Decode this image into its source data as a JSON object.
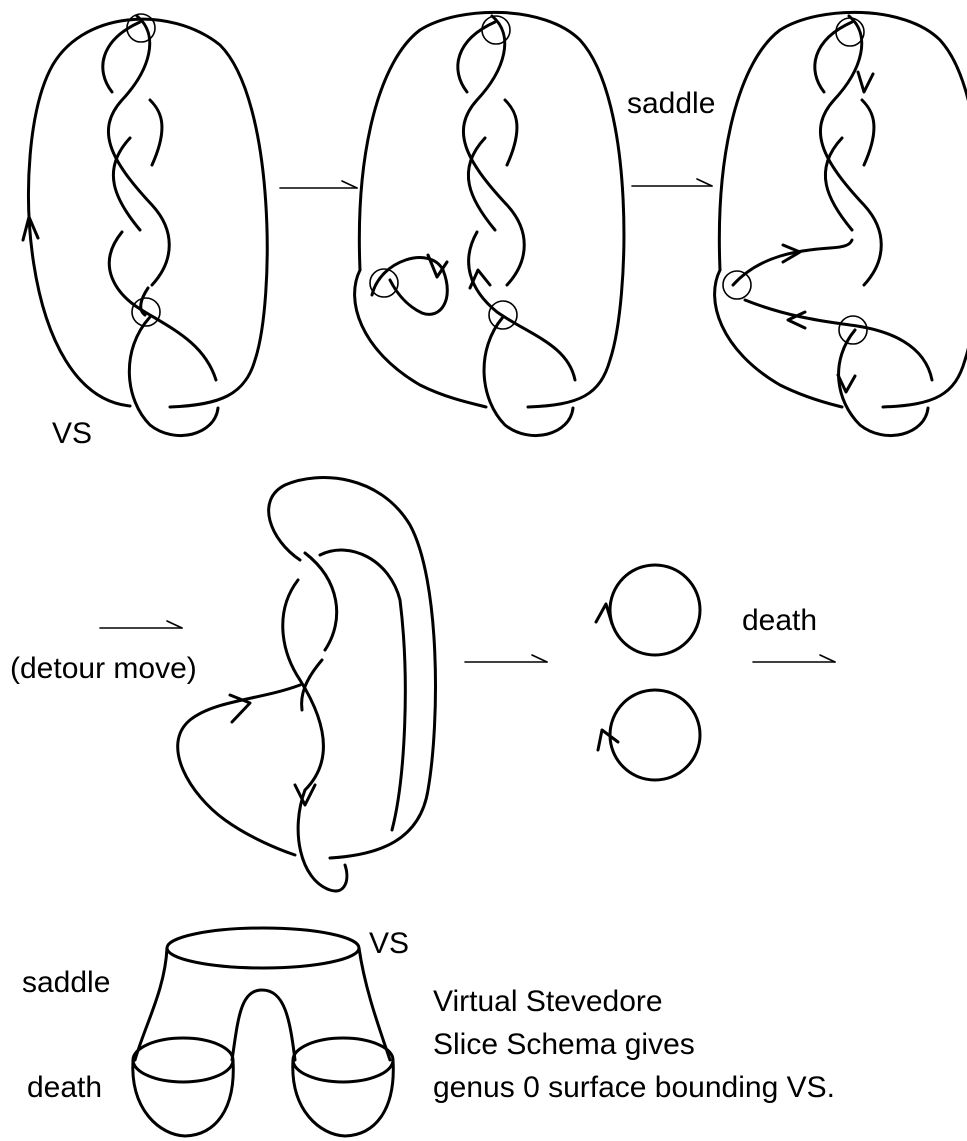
{
  "labels": {
    "vs_label_top": "VS",
    "saddle_label_top": "saddle",
    "detour_label": "(detour move)",
    "death_label_mid": "death",
    "vs_label_surface": "VS",
    "saddle_label_surface": "saddle",
    "death_label_surface": "death"
  },
  "caption": {
    "line1": "Virtual Stevedore",
    "line2": "Slice Schema gives",
    "line3": "genus 0 surface bounding VS."
  }
}
